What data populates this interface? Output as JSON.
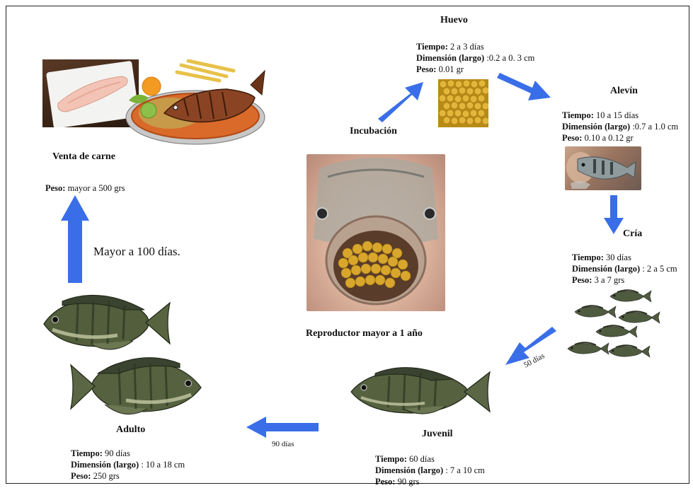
{
  "stages": {
    "huevo": {
      "title": "Huevo",
      "tiempo_label": "Tiempo:",
      "tiempo": " 2 a 3 días",
      "dim_label": "Dimensión (largo)",
      "dim": " :0.2 a 0. 3 cm",
      "peso_label": "Peso:",
      "peso": " 0.01 gr"
    },
    "alevin": {
      "title": "Alevín",
      "tiempo_label": "Tiempo:",
      "tiempo": " 10 a 15  días",
      "dim_label": "Dimensión (largo)",
      "dim": " :0.7 a 1.0 cm",
      "peso_label": "Peso:",
      "peso": " 0.10 a  0.12  gr"
    },
    "cria": {
      "title": "Cría",
      "tiempo_label": "Tiempo:",
      "tiempo": " 30 días",
      "dim_label": "Dimensión (largo)",
      "dim": " : 2 a  5 cm",
      "peso_label": "Peso:",
      "peso": " 3 a 7 grs"
    },
    "juvenil": {
      "title": "Juvenil",
      "tiempo_label": "Tiempo:",
      "tiempo": " 60 días",
      "dim_label": "Dimensión (largo)",
      "dim": " : 7  a  10 cm",
      "peso_label": "Peso:",
      "peso": " 90 grs"
    },
    "adulto": {
      "title": "Adulto",
      "tiempo_label": "Tiempo:",
      "tiempo": " 90 días",
      "dim_label": "Dimensión (largo)",
      "dim": " : 10  a  18 cm",
      "peso_label": "Peso:",
      "peso": " 250 grs"
    },
    "venta": {
      "title": "Venta de carne",
      "peso_label": "Peso:",
      "peso": " mayor a  500 grs"
    }
  },
  "labels": {
    "incubacion": "Incubación",
    "reproductor": "Reproductor  mayor a 1 año",
    "mayor_100": "Mayor a 100 días.",
    "dias_50": "50 días",
    "dias_90": "90 días"
  },
  "colors": {
    "arrow": "#3a6ee8",
    "fish_dark": "#2f3f2a",
    "fish_mid": "#5d6b46",
    "fish_light": "#b9bf9a",
    "egg": "#d4a52a"
  },
  "icons": [
    "fish-icon",
    "eggs-icon",
    "plate-icon",
    "fillet-icon",
    "mouth-brooding-icon",
    "fry-icon"
  ]
}
